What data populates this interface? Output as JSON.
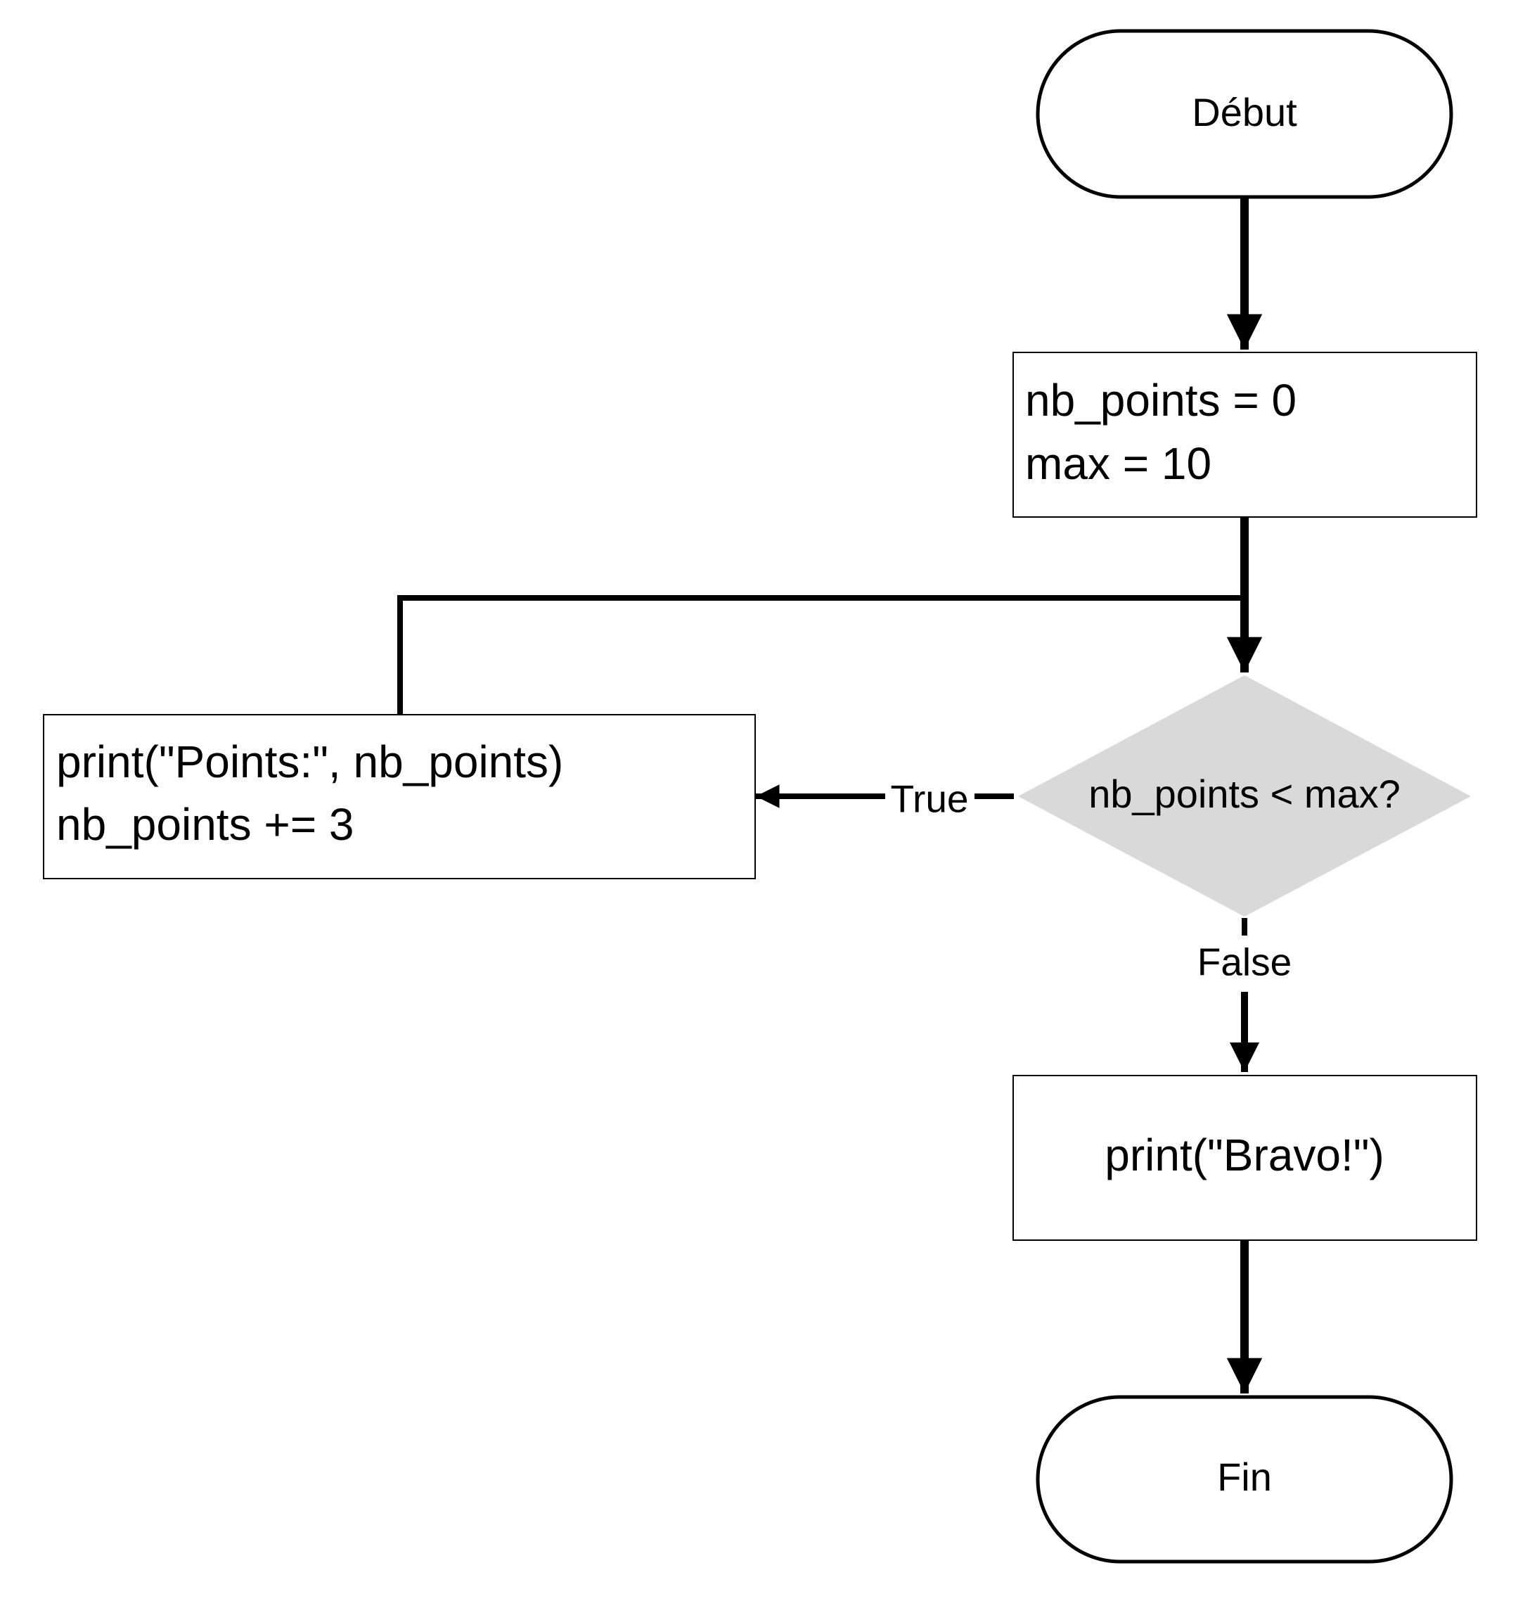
{
  "flowchart": {
    "start": {
      "label": "Début"
    },
    "init": {
      "lines": [
        "nb_points = 0",
        "max = 10"
      ]
    },
    "condition": {
      "label": "nb_points < max?"
    },
    "loop_body": {
      "lines": [
        "print(\"Points:\", nb_points)",
        "nb_points += 3"
      ]
    },
    "output": {
      "label": "print(\"Bravo!\")"
    },
    "end": {
      "label": "Fin"
    },
    "edges": {
      "true_label": "True",
      "false_label": "False"
    }
  },
  "colors": {
    "stroke": "#000000",
    "decision_fill": "#d9d9d9",
    "box_fill": "#ffffff"
  }
}
